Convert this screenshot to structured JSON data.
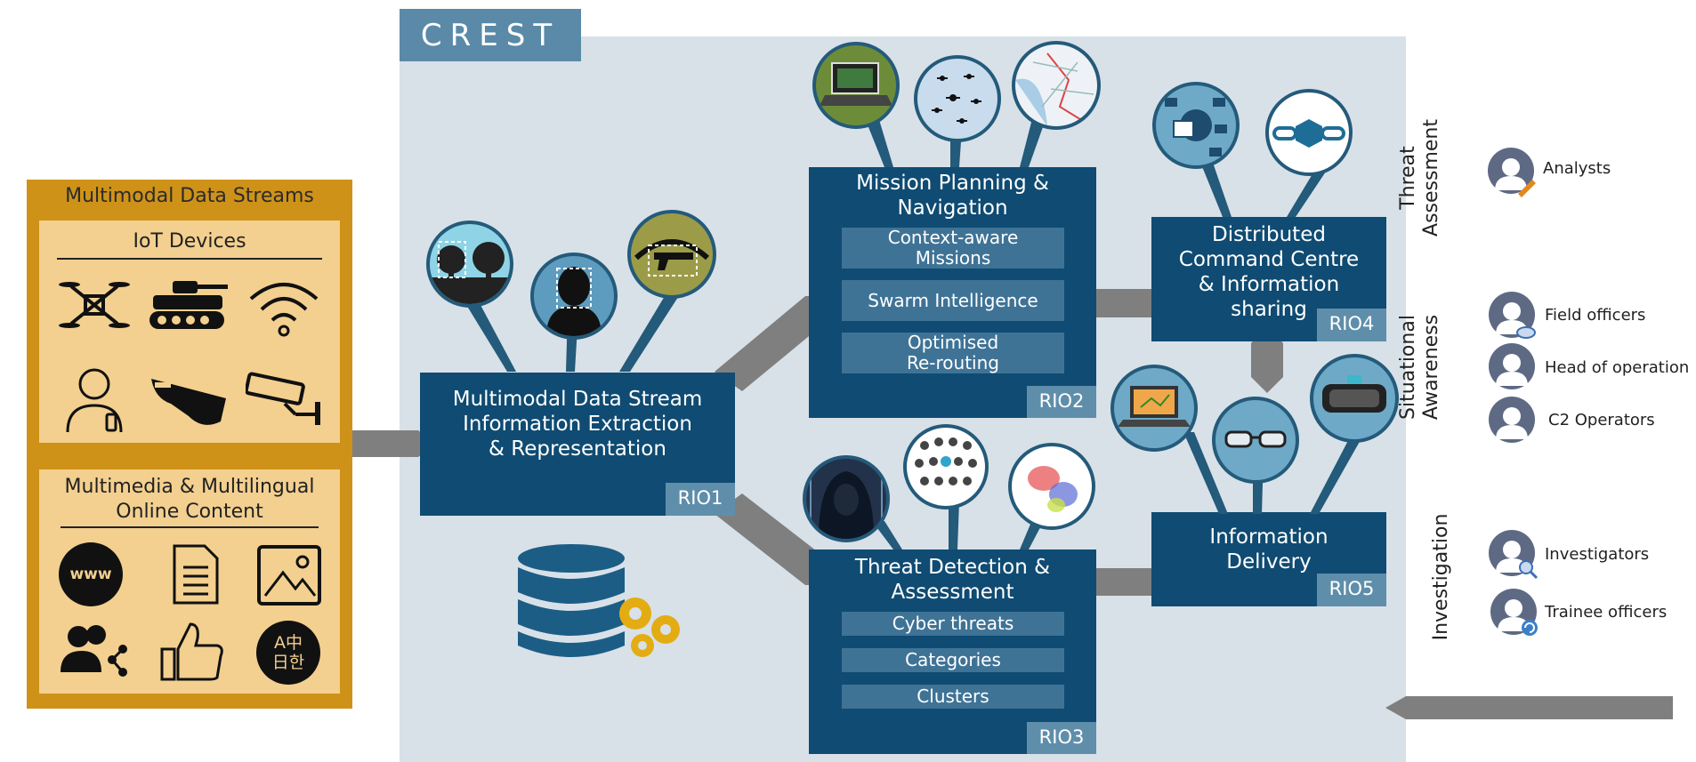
{
  "crest": {
    "label": "CREST"
  },
  "streams": {
    "title": "Multimodal Data Streams",
    "iot": {
      "title": "IoT Devices"
    },
    "multimedia": {
      "title_line1": "Multimedia & Multilingual",
      "title_line2": "Online Content"
    },
    "www_label": "www",
    "lang_label_1": "A中",
    "lang_label_2": "日한"
  },
  "rio1": {
    "title_line1": "Multimodal Data Stream",
    "title_line2": "Information Extraction",
    "title_line3": "& Representation",
    "tag": "RIO1"
  },
  "rio2": {
    "title_line1": "Mission Planning &",
    "title_line2": "Navigation",
    "items": [
      {
        "line1": "Context-aware",
        "line2": "Missions"
      },
      {
        "line1": "Swarm Intelligence",
        "line2": ""
      },
      {
        "line1": "Optimised",
        "line2": "Re-routing"
      }
    ],
    "tag": "RIO2"
  },
  "rio3": {
    "title_line1": "Threat Detection &",
    "title_line2": "Assessment",
    "items": [
      "Cyber threats",
      "Categories",
      "Clusters"
    ],
    "tag": "RIO3"
  },
  "rio4": {
    "title_line1": "Distributed",
    "title_line2": "Command Centre",
    "title_line3": "& Information",
    "title_line4": "sharing",
    "tag": "RIO4"
  },
  "rio5": {
    "title_line1": "Information",
    "title_line2": "Delivery",
    "tag": "RIO5"
  },
  "groups": {
    "threat": {
      "line1": "Threat",
      "line2": "Assessment"
    },
    "situational": {
      "line1": "Situational",
      "line2": "Awareness"
    },
    "investigation": {
      "line1": "Investigation"
    }
  },
  "people": [
    "Analysts",
    "Field officers",
    "Head of operation",
    "C2 Operators",
    "Investigators",
    "Trainee officers"
  ],
  "colors": {
    "navy": "#0f4b72",
    "gold": "#cf9218",
    "lightgold": "#f3d08f",
    "crest": "#d8e1e8",
    "arrow": "#7f7f7f"
  }
}
